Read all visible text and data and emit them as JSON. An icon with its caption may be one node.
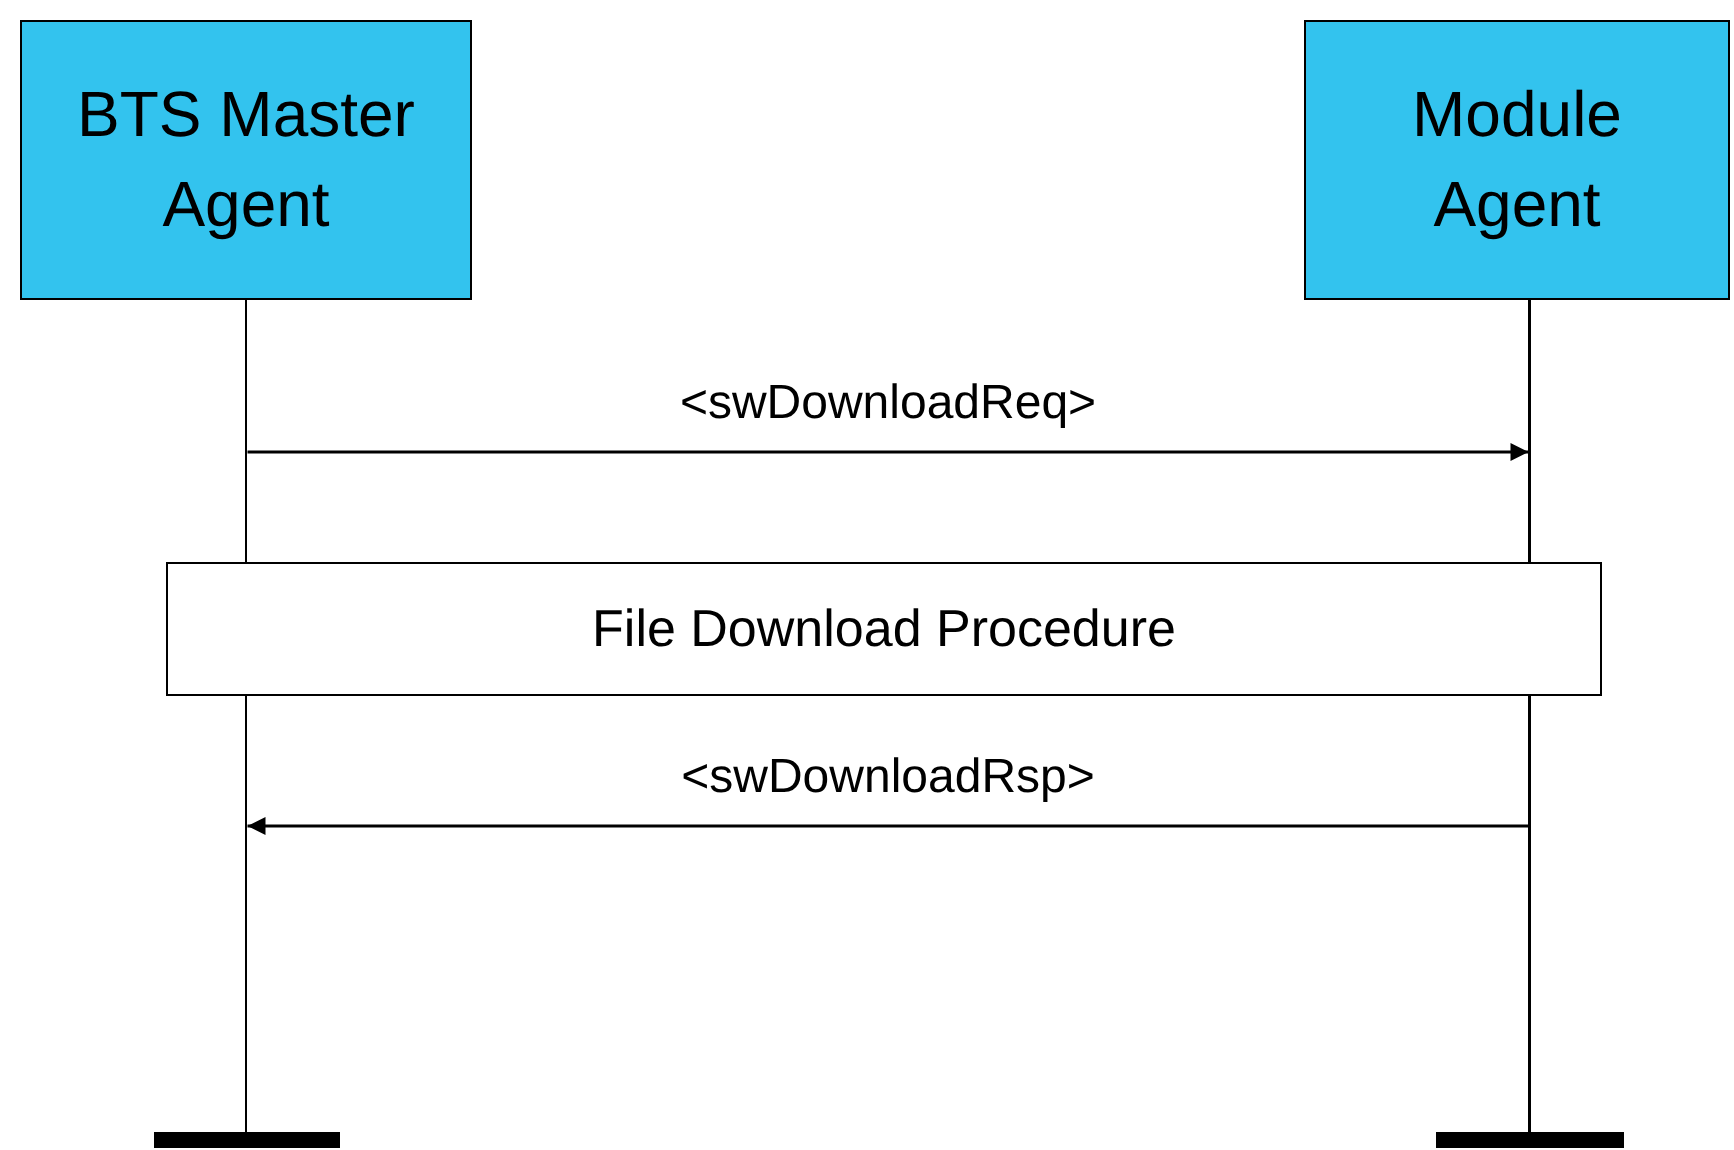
{
  "diagram": {
    "nodes": [
      {
        "text": [
          "BTS Master Agent"
        ]
      },
      {
        "text": [
          "Module Agent"
        ]
      },
      {
        "text": [],
        "shape": "line"
      },
      {
        "text": [],
        "shape": "line"
      },
      {
        "text": [
          "File Download Procedure"
        ]
      },
      {
        "text": [],
        "shape": "line"
      },
      {
        "text": [],
        "shape": "line"
      },
      {
        "text": [],
        "shape": "bar"
      },
      {
        "text": [],
        "shape": "bar"
      }
    ],
    "edges": [
      {
        "from": 2,
        "to": 3,
        "label": "<swDownloadReq>",
        "arrow": "to"
      },
      {
        "from": 6,
        "to": 5,
        "label": "<swDownloadRsp>",
        "arrow": "to"
      }
    ]
  }
}
